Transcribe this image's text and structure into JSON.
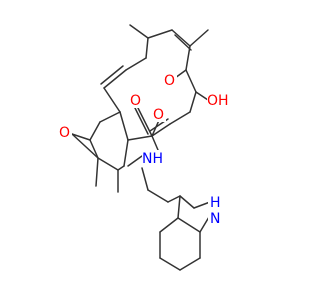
{
  "molecule": {
    "atom_labels": {
      "epoxide_o": "O",
      "ring_o": "O",
      "hydroxyl_oh": "OH",
      "carbonyl_o1": "O",
      "carbonyl_o2": "O",
      "amide_nh": "NH",
      "indole_nh": "H",
      "indole_n": "N"
    },
    "colors": {
      "bond": "#333333",
      "oxygen": "#ff0000",
      "nitrogen": "#0000ff"
    }
  }
}
